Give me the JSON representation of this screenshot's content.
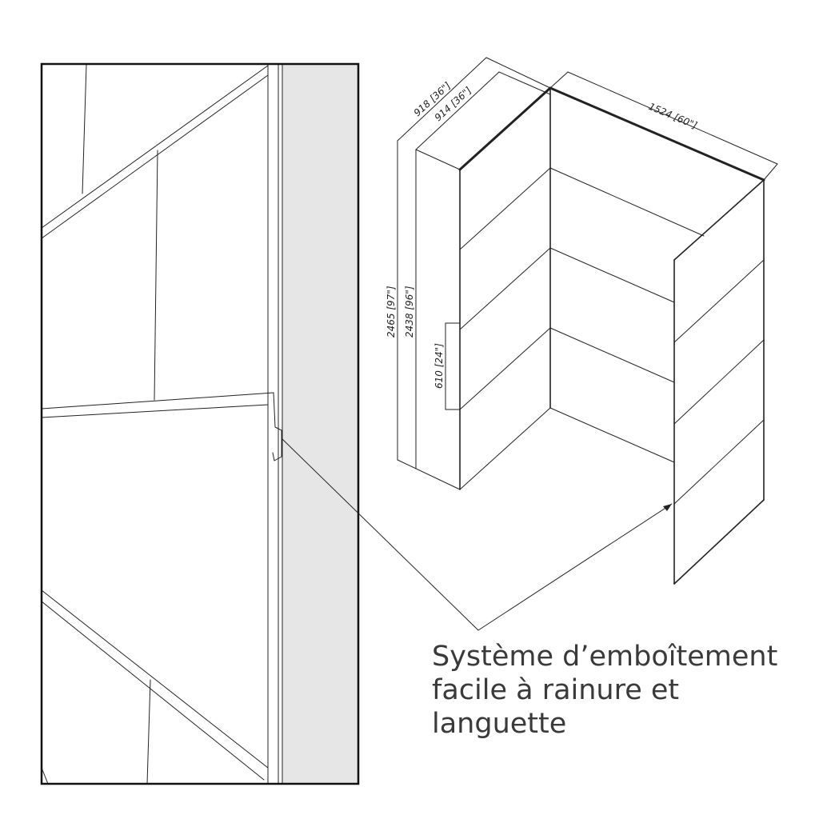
{
  "dimensions": {
    "outer_depth": "918 [36\"]",
    "inner_depth": "914 [36\"]",
    "width": "1524 [60\"]",
    "outer_height": "2465 [97\"]",
    "inner_height": "2438 [96\"]",
    "panel_height": "610 [24\"]"
  },
  "caption": {
    "line1": "Système d’emboîtement",
    "line2": "facile à rainure et",
    "line3": "languette"
  }
}
